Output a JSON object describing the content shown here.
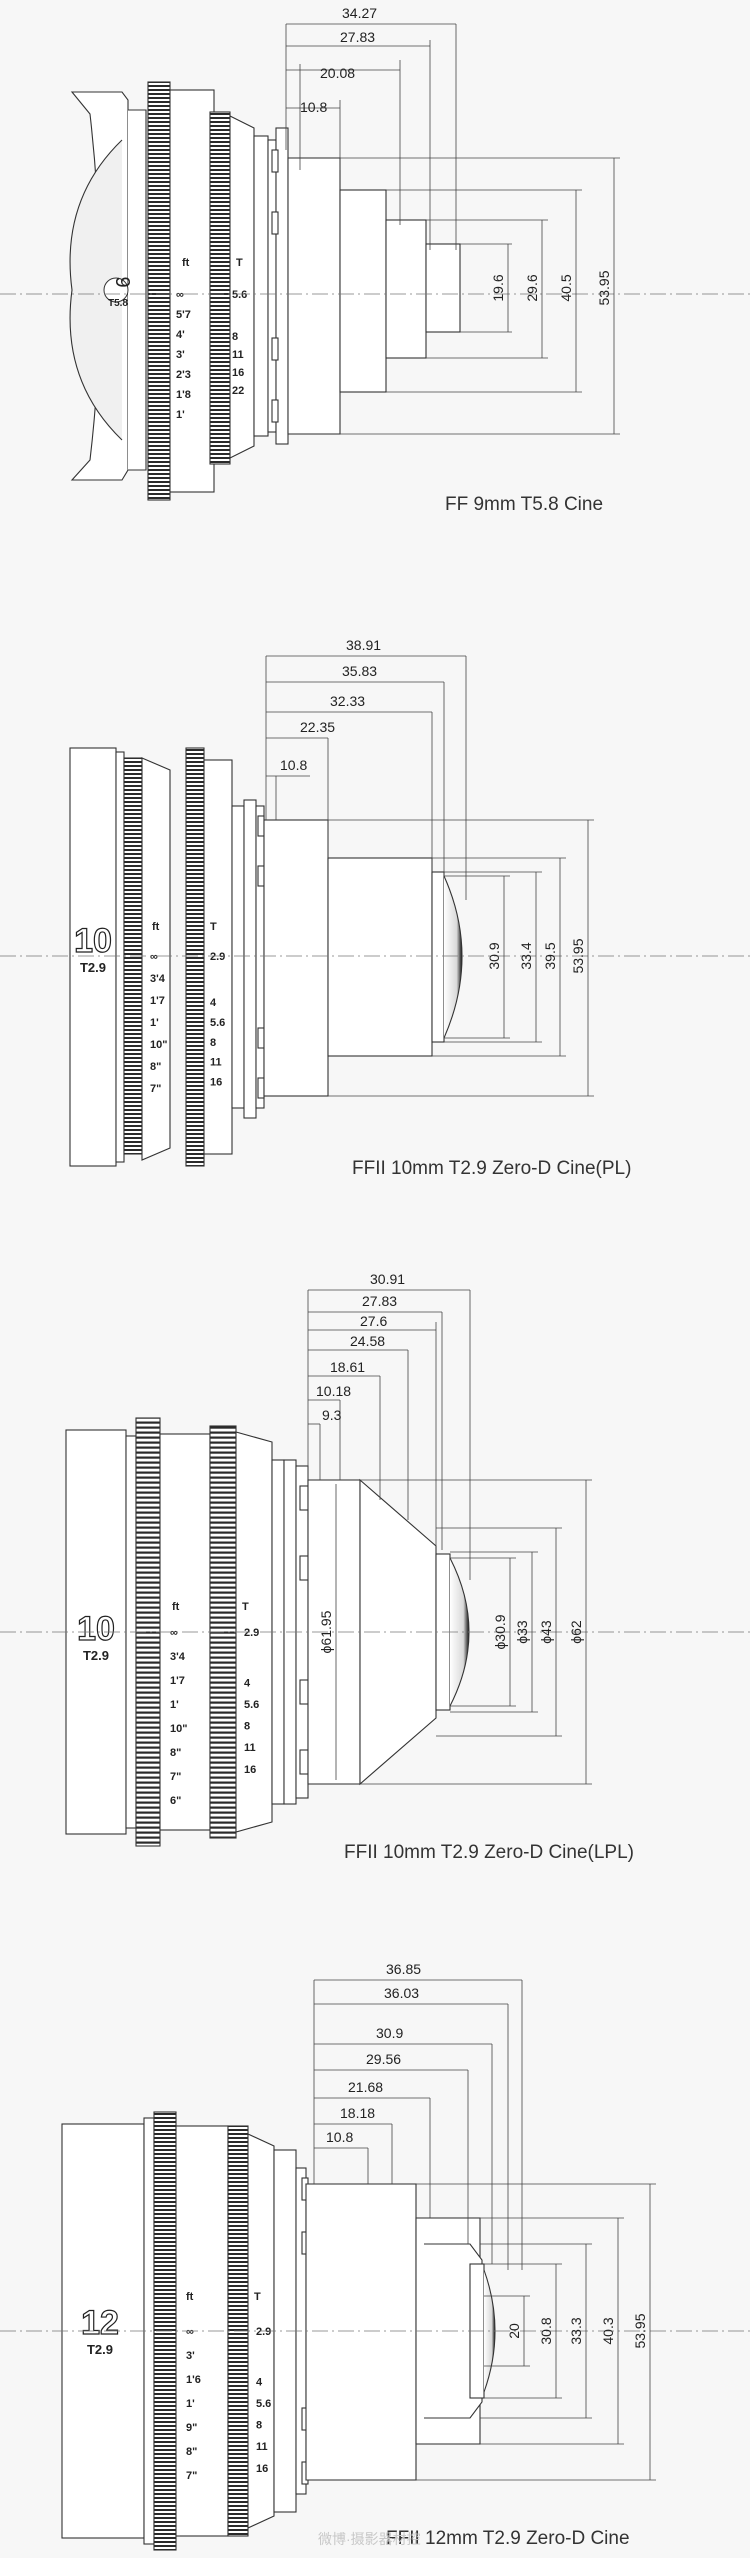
{
  "figures": [
    {
      "caption": "FF 9mm T5.8 Cine",
      "badge_main": "9",
      "badge_sub": "T5.8",
      "scale_ft": "ft",
      "scale_t": "T",
      "ft_marks": [
        "∞",
        "5'7",
        "4'",
        "3'",
        "2'3",
        "1'8",
        "1'"
      ],
      "t_marks": [
        "5.6",
        "8",
        "11",
        "16",
        "22"
      ],
      "horizontal_dims": [
        "34.27",
        "27.83",
        "20.08",
        "10.8"
      ],
      "vertical_dims": [
        "19.6",
        "29.6",
        "40.5",
        "53.95"
      ]
    },
    {
      "caption": "FFII 10mm T2.9 Zero-D Cine(PL)",
      "badge_main": "10",
      "badge_sub": "T2.9",
      "scale_ft": "ft",
      "scale_t": "T",
      "ft_marks": [
        "∞",
        "3'4",
        "1'7",
        "1'",
        "10\"",
        "8\"",
        "7\""
      ],
      "t_marks": [
        "2.9",
        "4",
        "5.6",
        "8",
        "11",
        "16"
      ],
      "horizontal_dims": [
        "38.91",
        "35.83",
        "32.33",
        "22.35",
        "10.8"
      ],
      "vertical_dims": [
        "30.9",
        "33.4",
        "39.5",
        "53.95"
      ]
    },
    {
      "caption": "FFII 10mm T2.9 Zero-D Cine(LPL)",
      "badge_main": "10",
      "badge_sub": "T2.9",
      "scale_ft": "ft",
      "scale_t": "T",
      "ft_marks": [
        "∞",
        "3'4",
        "1'7",
        "1'",
        "10\"",
        "8\"",
        "7\"",
        "6\""
      ],
      "t_marks": [
        "2.9",
        "4",
        "5.6",
        "8",
        "11",
        "16"
      ],
      "horizontal_dims": [
        "30.91",
        "27.83",
        "27.6",
        "24.58",
        "18.61",
        "10.18",
        "9.3"
      ],
      "vertical_dims": [
        "ϕ61.95",
        "ϕ30.9",
        "ϕ33",
        "ϕ43",
        "ϕ62"
      ]
    },
    {
      "caption": "FFII 12mm T2.9 Zero-D Cine",
      "badge_main": "12",
      "badge_sub": "T2.9",
      "scale_ft": "ft",
      "scale_t": "T",
      "ft_marks": [
        "∞",
        "3'",
        "1'6",
        "1'",
        "9\"",
        "8\"",
        "7\""
      ],
      "t_marks": [
        "2.9",
        "4",
        "5.6",
        "8",
        "11",
        "16"
      ],
      "horizontal_dims": [
        "36.85",
        "36.03",
        "30.9",
        "29.56",
        "21.68",
        "18.18",
        "10.8"
      ],
      "vertical_dims": [
        "20",
        "30.8",
        "33.3",
        "40.3",
        "53.95"
      ]
    }
  ],
  "watermark": "微博·摄影器材控"
}
